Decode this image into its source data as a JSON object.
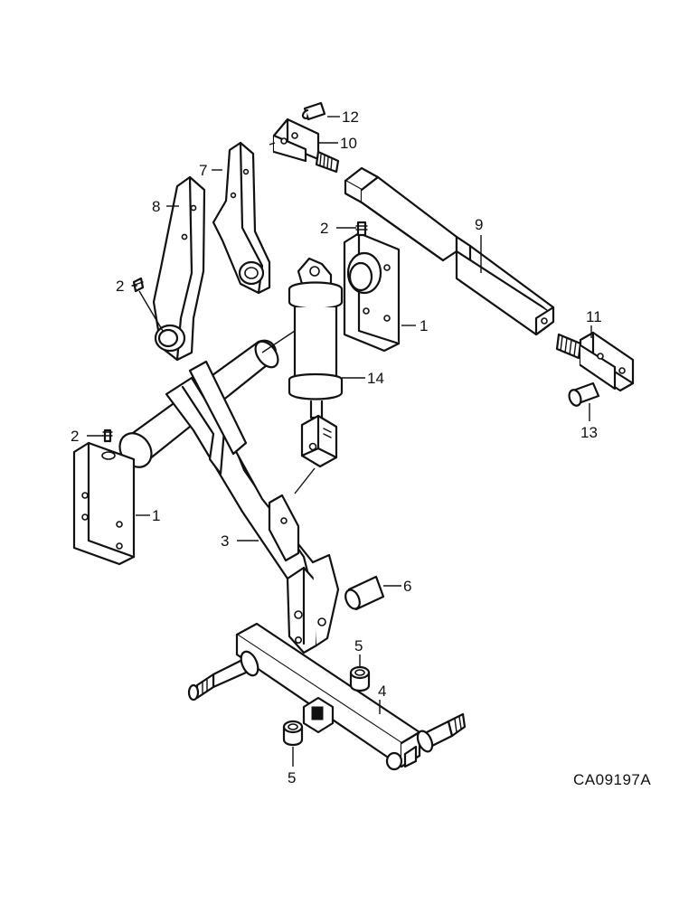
{
  "figure": {
    "reference_code": "CA09197A"
  },
  "callouts": {
    "c1_right": "1",
    "c1_left": "1",
    "c2_top": "2",
    "c2_mid": "2",
    "c2_left": "2",
    "c3": "3",
    "c4": "4",
    "c5_top": "5",
    "c5_bottom": "5",
    "c6": "6",
    "c7": "7",
    "c8": "8",
    "c9": "9",
    "c10": "10",
    "c11": "11",
    "c12": "12",
    "c13": "13",
    "c14": "14"
  }
}
